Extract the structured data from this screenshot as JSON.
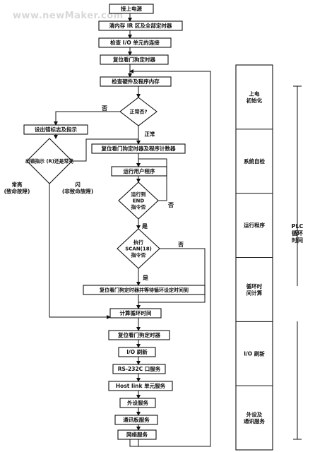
{
  "watermark": "www.newMaker.com",
  "flow": {
    "power_on": "接上电源",
    "clear_ir": "清内存 IR 区及全部定时器",
    "check_io": "检查 I/O 单元的连接",
    "reset_wd_1": "复位看门狗定时器",
    "check_hw": "检查硬件及程序内存",
    "normal_q": "正常否?",
    "label_no_1": "否",
    "label_normal": "正常",
    "set_flag": "设出错标志及指示",
    "flag_q": "出错指示 (R)还是常亮",
    "label_solid": "常亮\n(致命故障)",
    "label_flash": "闪\n(非致命故障)",
    "reset_wd_pc": "复位看门狗定时器及程序计数器",
    "run_user": "运行用户程序",
    "end_q": "运行到\nEND\n指令否",
    "label_no_2": "否",
    "label_yes_1": "是",
    "scan_q": "执行\nSCAN(18)\n指令否",
    "label_no_3": "否",
    "label_yes_2": "是",
    "reset_wd_wait": "复位看门狗定时器并等待循环设定时间到",
    "calc_cycle": "计算循环时间",
    "reset_wd_2": "复位看门狗定时器",
    "io_refresh": "I/O 刷新",
    "rs232": "RS-232C 口服务",
    "host_link": "Host link 单元服务",
    "peripheral": "外设服务",
    "comm_board": "通讯板服务",
    "network": "网络服务"
  },
  "stages": {
    "items": [
      "上电\n初始化",
      "系统自检",
      "运行程序",
      "循环时\n间计算",
      "I/O 刷新",
      "外设及\n通讯服务"
    ],
    "plc_cycle": "PLC\n循环\n时间"
  }
}
